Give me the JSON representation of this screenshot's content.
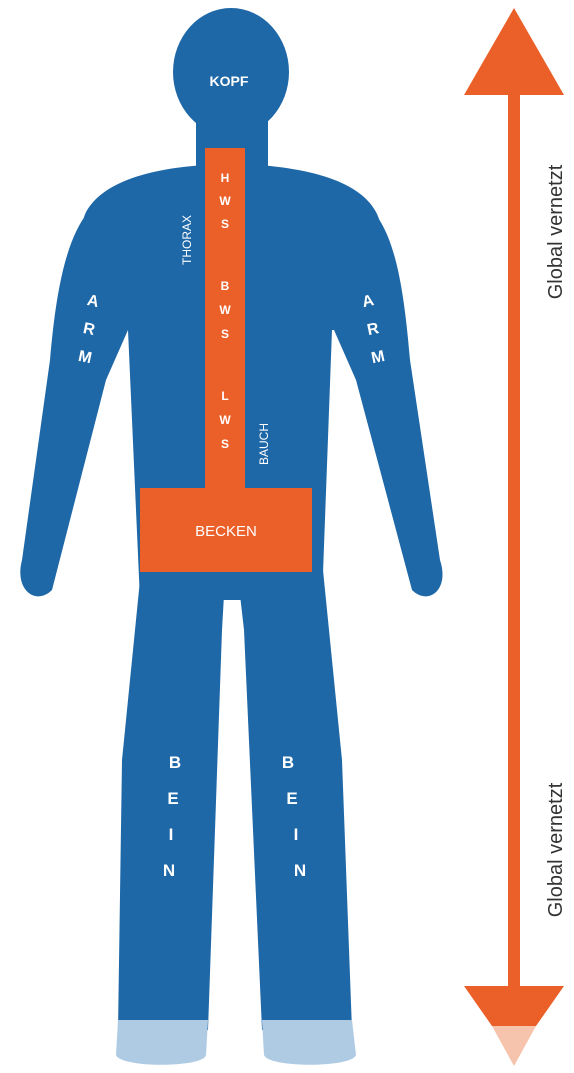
{
  "colors": {
    "body_blue": "#1f68a8",
    "spine_orange": "#eb5f28",
    "foot_light_blue": "#aecbe3",
    "arrow_orange": "#eb5f28",
    "arrow_tip_light": "#f6c3ac"
  },
  "figure": {
    "head": "KOPF",
    "thorax": "THORAX",
    "spine_cervical": [
      "H",
      "W",
      "S"
    ],
    "spine_thoracic": [
      "B",
      "W",
      "S"
    ],
    "spine_lumbar": [
      "L",
      "W",
      "S"
    ],
    "abdomen": "BAUCH",
    "pelvis": "BECKEN",
    "arm_left": [
      "A",
      "R",
      "M"
    ],
    "arm_right": [
      "A",
      "R",
      "M"
    ],
    "leg_left": [
      "B",
      "E",
      "I",
      "N"
    ],
    "leg_right": [
      "B",
      "E",
      "I",
      "N"
    ]
  },
  "arrow": {
    "label_top": "Global vernetzt",
    "label_bottom": "Global vernetzt",
    "icon": "double-headed-arrow-icon"
  }
}
